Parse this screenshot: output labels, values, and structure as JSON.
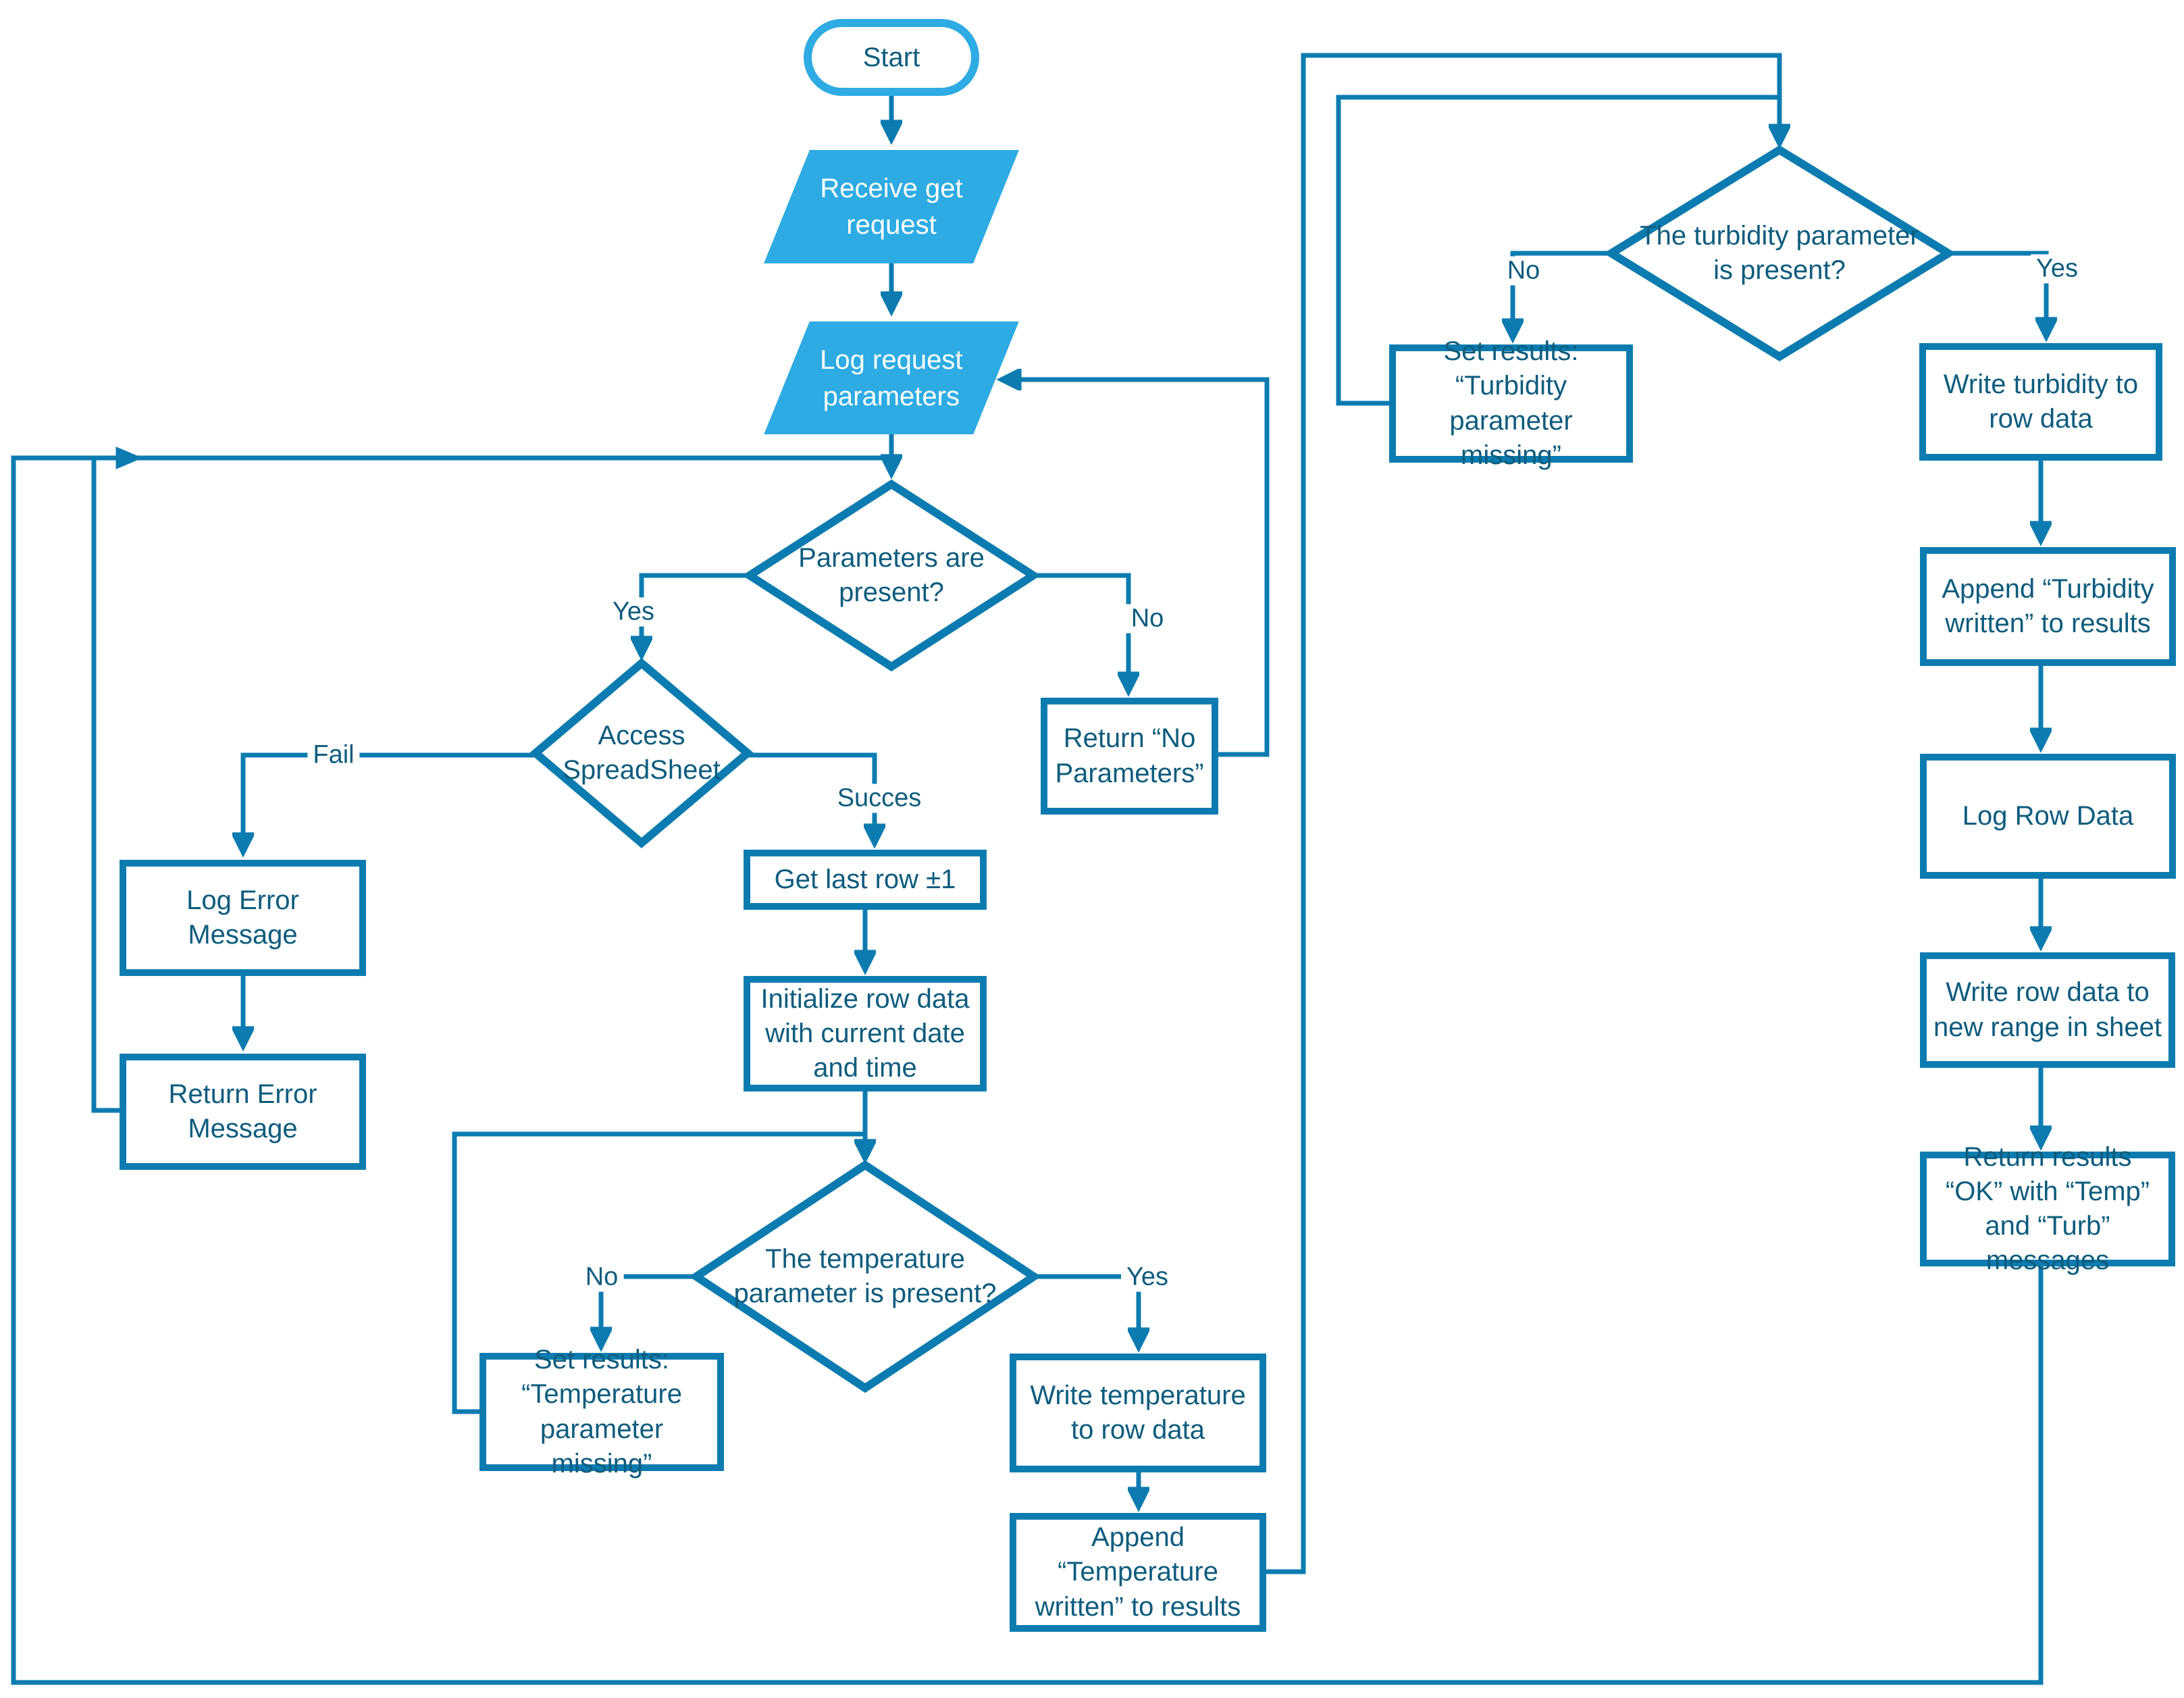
{
  "diagram": {
    "kind": "flowchart",
    "colors": {
      "accent_light": "#2dabe2",
      "accent_dark": "#0c7cb0",
      "text": "#0d5c7d",
      "background": "#ffffff"
    },
    "nodes": {
      "start": "Start",
      "receive_get_request": "Receive get request",
      "log_request_parameters": "Log request parameters",
      "parameters_present": "Parameters are present?",
      "access_spreadsheet": "Access SpreadSheet",
      "log_error_message": "Log Error Message",
      "return_error_message": "Return Error Message",
      "return_no_parameters": "Return “No Parameters”",
      "get_last_row": "Get last row ±1",
      "initialize_row_data": "Initialize row data with current date and time",
      "temperature_present": "The temperature parameter is present?",
      "set_results_temperature": "Set results: “Temperature parameter missing”",
      "write_temperature": "Write temperature to row data",
      "append_temperature": "Append “Temperature written” to results",
      "turbidity_present": "The turbidity parameter is present?",
      "set_results_turbidity": "Set results: “Turbidity parameter missing”",
      "write_turbidity": "Write turbidity to row data",
      "append_turbidity": "Append “Turbidity written” to results",
      "log_row_data": "Log Row Data",
      "write_row_data": "Write row data to new range in sheet",
      "return_results_ok": "Return results “OK” with “Temp” and “Turb” messages"
    },
    "edge_labels": {
      "parameters_yes": "Yes",
      "parameters_no": "No",
      "access_fail": "Fail",
      "access_success": "Succes",
      "temperature_no": "No",
      "temperature_yes": "Yes",
      "turbidity_no": "No",
      "turbidity_yes": "Yes"
    }
  }
}
